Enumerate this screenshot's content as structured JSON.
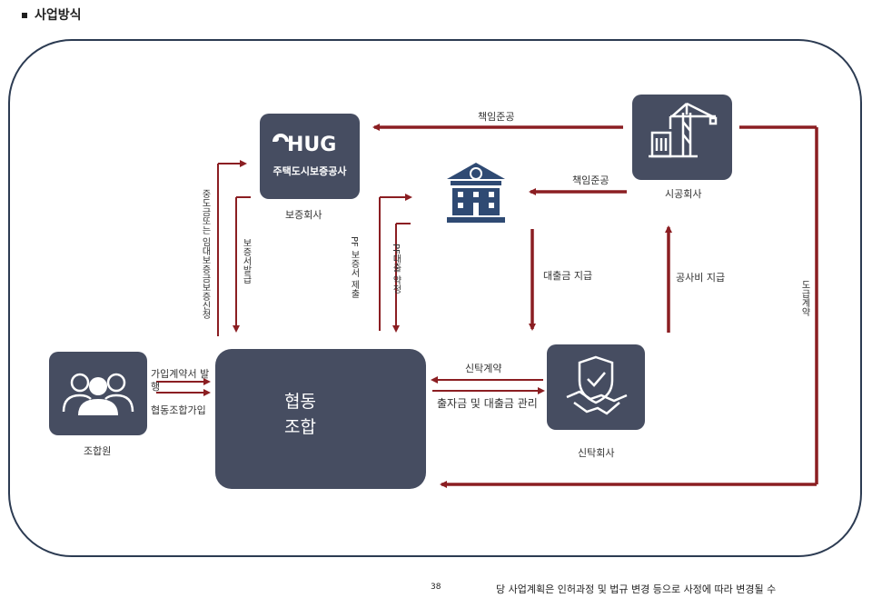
{
  "heading": "사업방식",
  "nodes": {
    "hug": {
      "logo": "HUG",
      "subtitle": "주택도시보증공사",
      "caption": "보증회사"
    },
    "contractor": {
      "caption": "시공회사",
      "icon": "crane-building-icon"
    },
    "bank": {
      "icon": "bank-icon"
    },
    "trust": {
      "caption": "신탁회사",
      "icon": "handshake-shield-icon"
    },
    "members": {
      "caption": "조합원",
      "icon": "people-group-icon"
    },
    "coop": {
      "line1": "협동",
      "line2": "조합"
    }
  },
  "edges": {
    "contractor_to_hug": "책임준공",
    "contractor_to_bank": "책임준공",
    "bank_to_trust": "대출금 지급",
    "trust_to_contractor": "공사비 지급",
    "coop_to_hug": "중도금또는 임대보증금보증신청",
    "hug_to_coop": "보증서발급",
    "coop_to_bank": "PF 보증서 제출",
    "bank_to_coop": "PF대출 약정",
    "members_join_contract": "가입계약서 발행",
    "members_join_coop": "협동조합가입",
    "trust_contract": "신탁계약",
    "funds_management": "출자금 및 대출금 관리",
    "construction_contract": "도급계약"
  },
  "footer": {
    "page": "38",
    "note": "당 사업계획은 인허과정 및 법규 변경 등으로 사정에 따라 변경될 수"
  },
  "colors": {
    "arrow": "#8b1e22",
    "box": "#464d61",
    "frame": "#2c3b52",
    "bank": "#2f4a73"
  }
}
